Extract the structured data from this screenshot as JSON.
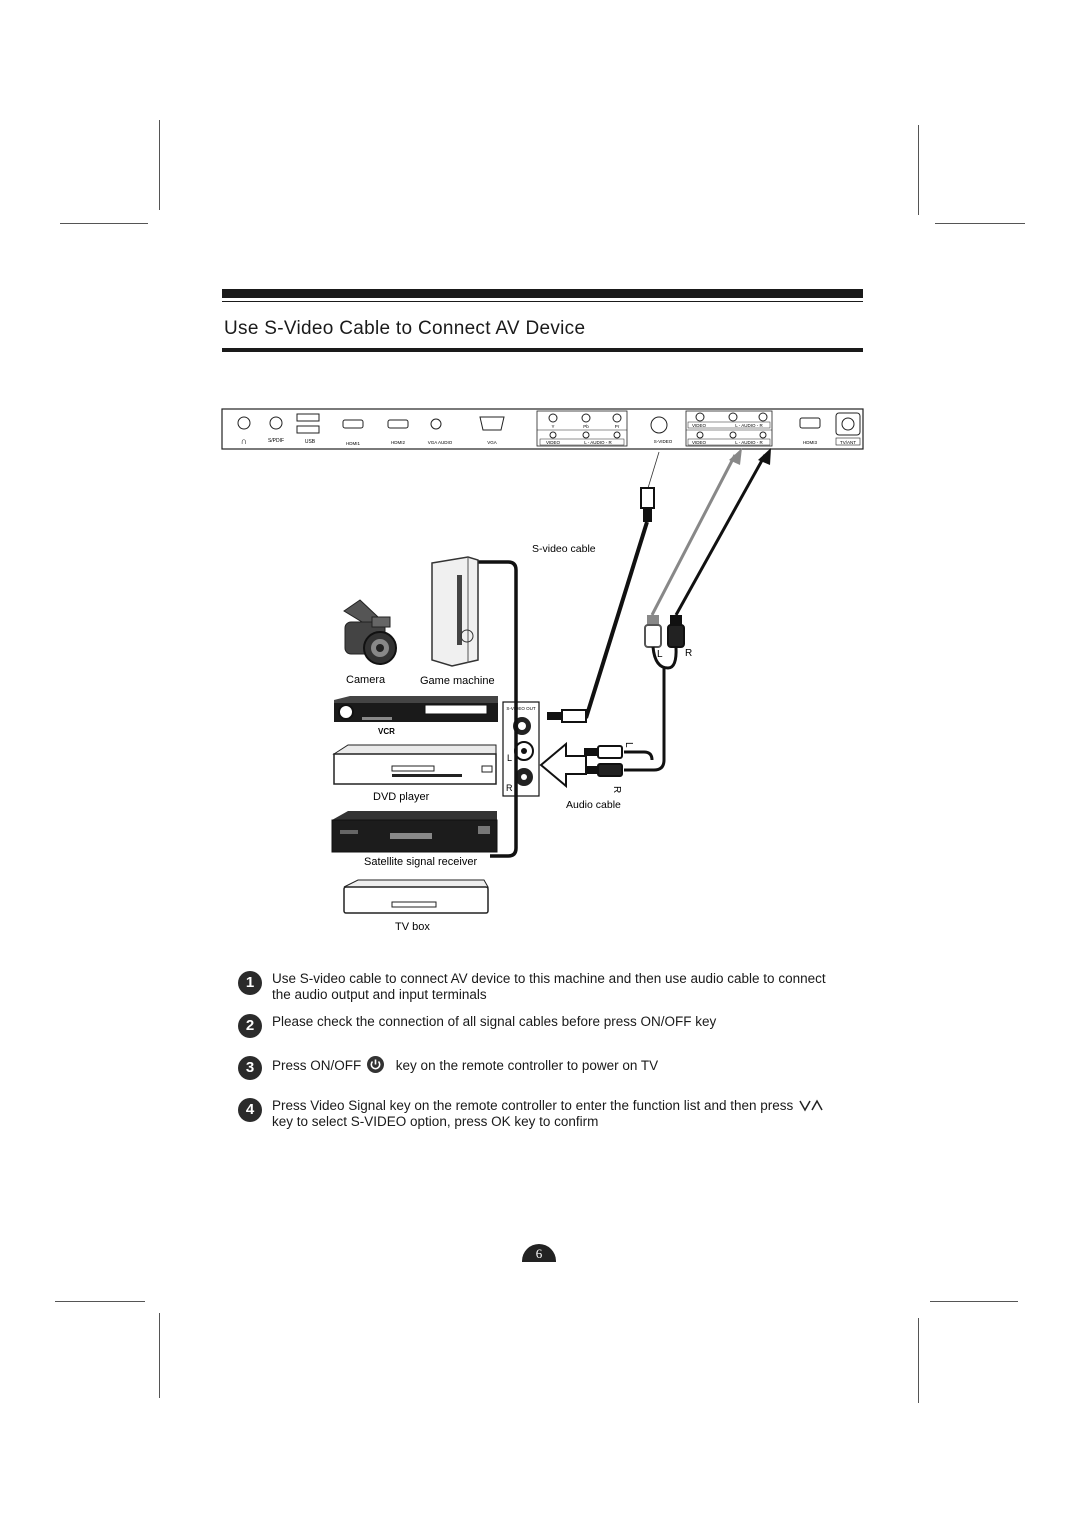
{
  "title": "Use S-Video Cable to Connect AV Device",
  "panel_ports": {
    "headphone": "∩",
    "spdif": "S/PDIF",
    "usb": "USB",
    "hdmi1": "HDMI1",
    "hdmi2": "HDMI2",
    "vga_audio": "VGA AUDIO",
    "vga": "VGA",
    "y": "Y",
    "pb": "Pb",
    "pr": "Pr",
    "video1": "VIDEO",
    "audio1": "L - AUDIO - R",
    "svideo": "S-VIDEO",
    "video2": "VIDEO",
    "audio2": "L - AUDIO - R",
    "video3": "VIDEO",
    "audio3": "L - AUDIO - R",
    "hdmi3": "HDMI3",
    "tv_ant": "TV/ANT"
  },
  "labels": {
    "svideo_cable": "S-video cable",
    "camera": "Camera",
    "game_machine": "Game machine",
    "vcr": "VCR",
    "dvd_player": "DVD player",
    "satellite": "Satellite signal receiver",
    "tv_box": "TV box",
    "audio_cable": "Audio cable",
    "svideo_out": "S-VIDEO OUT",
    "jack_l": "L",
    "jack_r": "R",
    "plug_l": "L",
    "plug_r": "R",
    "cable_l": "L",
    "cable_r": "R"
  },
  "steps": [
    {
      "num": "1",
      "text": "Use S-video cable to connect AV device to this machine and then use audio cable to connect the audio output and input terminals"
    },
    {
      "num": "2",
      "text": "Please check the connection of all signal cables before press ON/OFF key"
    },
    {
      "num": "3",
      "text_before": "Press ON/OFF",
      "icon": "power-icon",
      "text_after": "key on the remote controller to power on TV"
    },
    {
      "num": "4",
      "text_before": "Press Video Signal key on the remote controller to enter the function list and then press",
      "icon": "up-down-arrow-icon",
      "text_after": "key to select S-VIDEO option, press OK key to confirm"
    }
  ],
  "page_number": "6"
}
